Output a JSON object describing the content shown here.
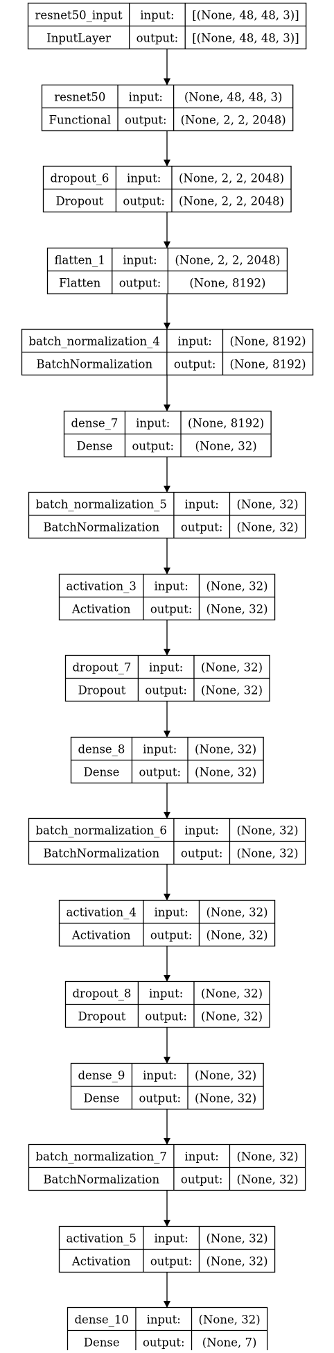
{
  "colors": {
    "background": "#ffffff",
    "stroke": "#000000",
    "text": "#000000"
  },
  "port_labels": {
    "input": "input:",
    "output": "output:"
  },
  "layers": [
    {
      "name": "resnet50_input",
      "type": "InputLayer",
      "input": "[(None, 48, 48, 3)]",
      "output": "[(None, 48, 48, 3)]"
    },
    {
      "name": "resnet50",
      "type": "Functional",
      "input": "(None, 48, 48, 3)",
      "output": "(None, 2, 2, 2048)"
    },
    {
      "name": "dropout_6",
      "type": "Dropout",
      "input": "(None, 2, 2, 2048)",
      "output": "(None, 2, 2, 2048)"
    },
    {
      "name": "flatten_1",
      "type": "Flatten",
      "input": "(None, 2, 2, 2048)",
      "output": "(None, 8192)"
    },
    {
      "name": "batch_normalization_4",
      "type": "BatchNormalization",
      "input": "(None, 8192)",
      "output": "(None, 8192)"
    },
    {
      "name": "dense_7",
      "type": "Dense",
      "input": "(None, 8192)",
      "output": "(None, 32)"
    },
    {
      "name": "batch_normalization_5",
      "type": "BatchNormalization",
      "input": "(None, 32)",
      "output": "(None, 32)"
    },
    {
      "name": "activation_3",
      "type": "Activation",
      "input": "(None, 32)",
      "output": "(None, 32)"
    },
    {
      "name": "dropout_7",
      "type": "Dropout",
      "input": "(None, 32)",
      "output": "(None, 32)"
    },
    {
      "name": "dense_8",
      "type": "Dense",
      "input": "(None, 32)",
      "output": "(None, 32)"
    },
    {
      "name": "batch_normalization_6",
      "type": "BatchNormalization",
      "input": "(None, 32)",
      "output": "(None, 32)"
    },
    {
      "name": "activation_4",
      "type": "Activation",
      "input": "(None, 32)",
      "output": "(None, 32)"
    },
    {
      "name": "dropout_8",
      "type": "Dropout",
      "input": "(None, 32)",
      "output": "(None, 32)"
    },
    {
      "name": "dense_9",
      "type": "Dense",
      "input": "(None, 32)",
      "output": "(None, 32)"
    },
    {
      "name": "batch_normalization_7",
      "type": "BatchNormalization",
      "input": "(None, 32)",
      "output": "(None, 32)"
    },
    {
      "name": "activation_5",
      "type": "Activation",
      "input": "(None, 32)",
      "output": "(None, 32)"
    },
    {
      "name": "dense_10",
      "type": "Dense",
      "input": "(None, 32)",
      "output": "(None, 7)"
    }
  ]
}
